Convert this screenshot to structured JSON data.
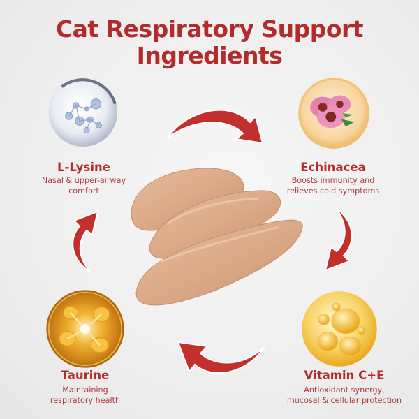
{
  "title": {
    "line1": "Cat Respiratory Support",
    "line2": "Ingredients"
  },
  "colors": {
    "accent": "#b32b2b",
    "background": "#efefef",
    "paste": "#d9a98a"
  },
  "ingredients": [
    {
      "name": "L-Lysine",
      "desc_line1": "Nasal & upper-airway",
      "desc_line2": "comfort",
      "icon": "molecule-bubble-icon"
    },
    {
      "name": "Echinacea",
      "desc_line1": "Boosts immunity and",
      "desc_line2": "relieves cold symptoms",
      "icon": "echinacea-flower-icon"
    },
    {
      "name": "Vitamin C+E",
      "desc_line1": "Antioxidant synergy,",
      "desc_line2": "mucosal & cellular protection",
      "icon": "oil-droplets-icon"
    },
    {
      "name": "Taurine",
      "desc_line1": "Maintaining",
      "desc_line2": "respiratory health",
      "icon": "glowing-molecule-icon"
    }
  ],
  "center_image": "cat-food-paste"
}
